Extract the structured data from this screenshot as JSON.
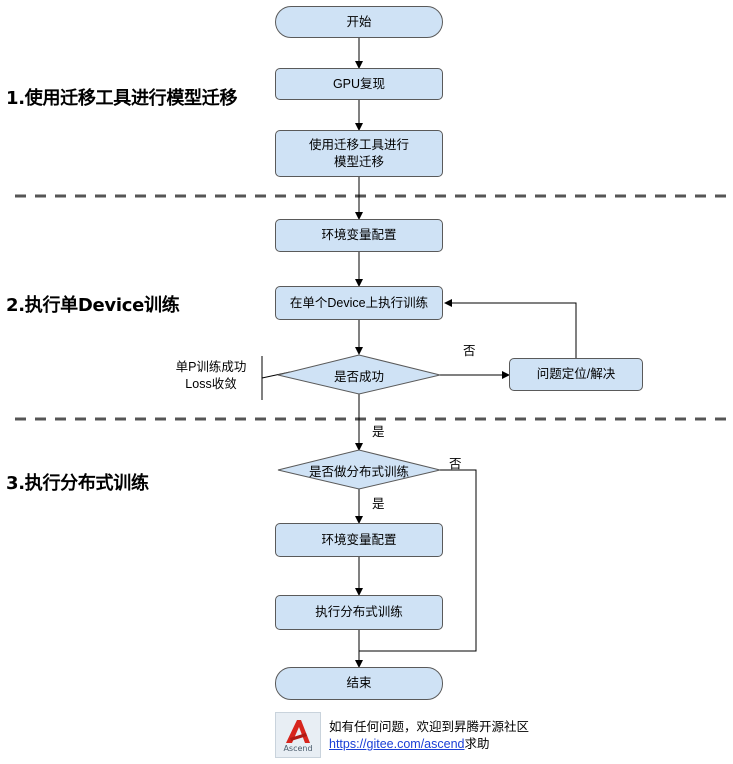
{
  "sections": [
    {
      "title": "1.使用迁移工具进行模型迁移"
    },
    {
      "title": "2.执行单Device训练"
    },
    {
      "title": "3.执行分布式训练"
    }
  ],
  "nodes": {
    "start": "开始",
    "gpu_repro": "GPU复现",
    "migrate": "使用迁移工具进行\n模型迁移",
    "env_config_1": "环境变量配置",
    "single_train": "在单个Device上执行训练",
    "is_success": "是否成功",
    "locate_fix": "问题定位/解决",
    "is_distributed": "是否做分布式训练",
    "env_config_2": "环境变量配置",
    "dist_train": "执行分布式训练",
    "end": "结束"
  },
  "edge_labels": {
    "no_1": "否",
    "yes_1": "是",
    "no_2": "否",
    "yes_2": "是"
  },
  "note": {
    "line1": "单P训练成功",
    "line2": "Loss收敛"
  },
  "footer": {
    "line1": "如有任何问题，欢迎到昇腾开源社区",
    "link": "https://gitee.com/ascend",
    "suffix": "求助",
    "logo_text": "Ascend"
  },
  "colors": {
    "node_fill": "#cfe2f5",
    "node_border": "#5a5a5a",
    "divider": "#555555",
    "logo_red": "#d7251d",
    "link": "#1a3fd6"
  }
}
